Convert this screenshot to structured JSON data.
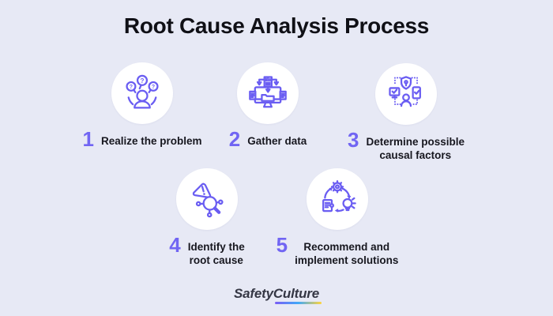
{
  "title": "Root Cause Analysis Process",
  "steps": [
    {
      "number": "1",
      "icon": "person-questions-icon",
      "lines": [
        "Realize the problem",
        ""
      ]
    },
    {
      "number": "2",
      "icon": "monitor-data-icon",
      "lines": [
        "Gather data",
        ""
      ]
    },
    {
      "number": "3",
      "icon": "shield-devices-icon",
      "lines": [
        "Determine possible",
        "causal factors"
      ]
    },
    {
      "number": "4",
      "icon": "warning-magnifier-icon",
      "lines": [
        "Identify the",
        "root cause"
      ]
    },
    {
      "number": "5",
      "icon": "gear-bulb-cycle-icon",
      "lines": [
        "Recommend and",
        "implement solutions"
      ]
    }
  ],
  "logo": {
    "part1": "Safety",
    "part2": "Culture"
  },
  "colors": {
    "background": "#e7e9f5",
    "circle": "#ffffff",
    "accent": "#6a5df2",
    "number": "#7165f3",
    "title": "#101016",
    "label": "#17171f",
    "logo_text": "#343644",
    "logo_gradient": [
      "#7a5cf5",
      "#41a9f8",
      "#ffd43c"
    ]
  }
}
